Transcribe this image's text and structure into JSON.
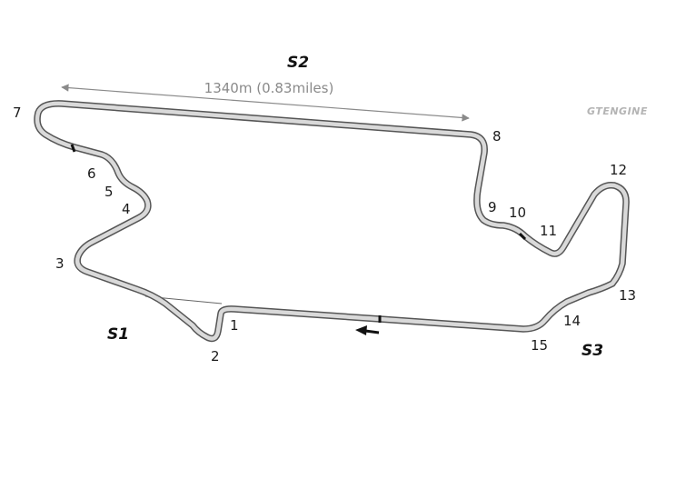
{
  "track": {
    "dimension": {
      "label": "1340m (0.83miles)"
    },
    "sectors": [
      "S1",
      "S2",
      "S3"
    ],
    "turns": [
      "1",
      "2",
      "3",
      "4",
      "5",
      "6",
      "7",
      "8",
      "9",
      "10",
      "11",
      "12",
      "13",
      "14",
      "15"
    ],
    "colors": {
      "outline": "#555555",
      "surface": "#d9d9d9",
      "marker": "#111111",
      "dimension": "#8a8a8a",
      "logo": "#b4b4b4"
    }
  },
  "logo": {
    "text": "GTENGINE"
  }
}
